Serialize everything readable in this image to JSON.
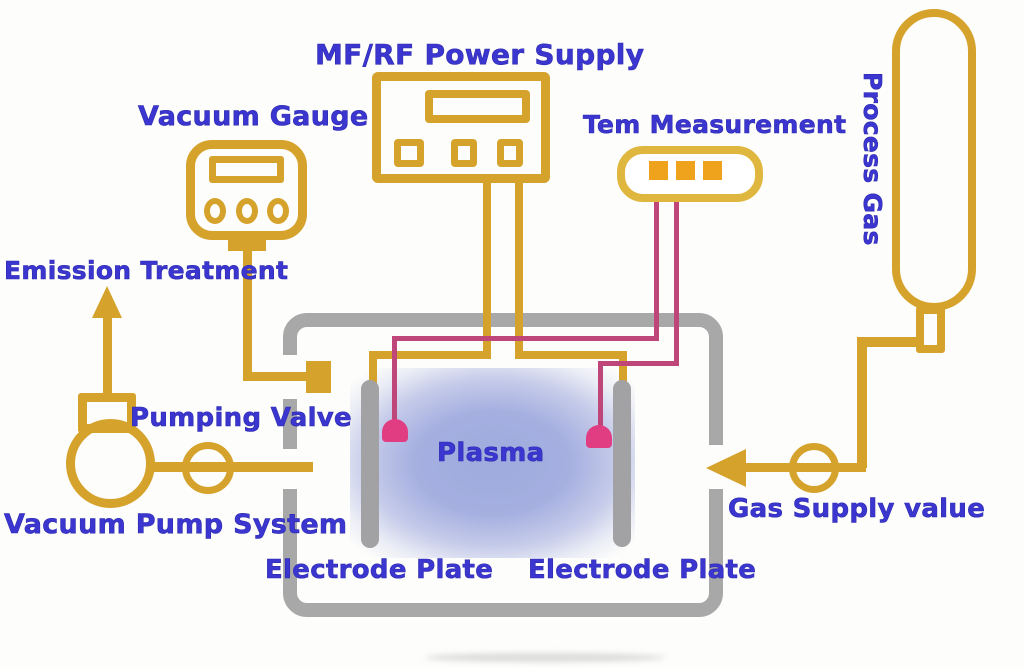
{
  "labels": {
    "power_supply": "MF/RF Power Supply",
    "vacuum_gauge": "Vacuum Gauge",
    "tem_measurement": "Tem Measurement",
    "process_gas": "Process Gas",
    "emission_treatment": "Emission Treatment",
    "pumping_valve": "Pumping Valve",
    "plasma": "Plasma",
    "vacuum_pump_system": "Vacuum Pump System",
    "electrode_plate_left": "Electrode Plate",
    "electrode_plate_right": "Electrode Plate",
    "gas_supply_valve": "Gas Supply value"
  },
  "colors": {
    "label_text": "#3B36CF",
    "pipe_gold": "#D5A22C",
    "tem_gold": "#DFB73F",
    "chamber_gray": "#A8A8A8",
    "electrode_gray": "#A2A2A4",
    "wire_pink": "#BE4679",
    "sensor_pink": "#E03D82",
    "button_orange": "#EFA31D",
    "plasma_blue": "#9FABDE",
    "background": "#FDFDFB"
  }
}
